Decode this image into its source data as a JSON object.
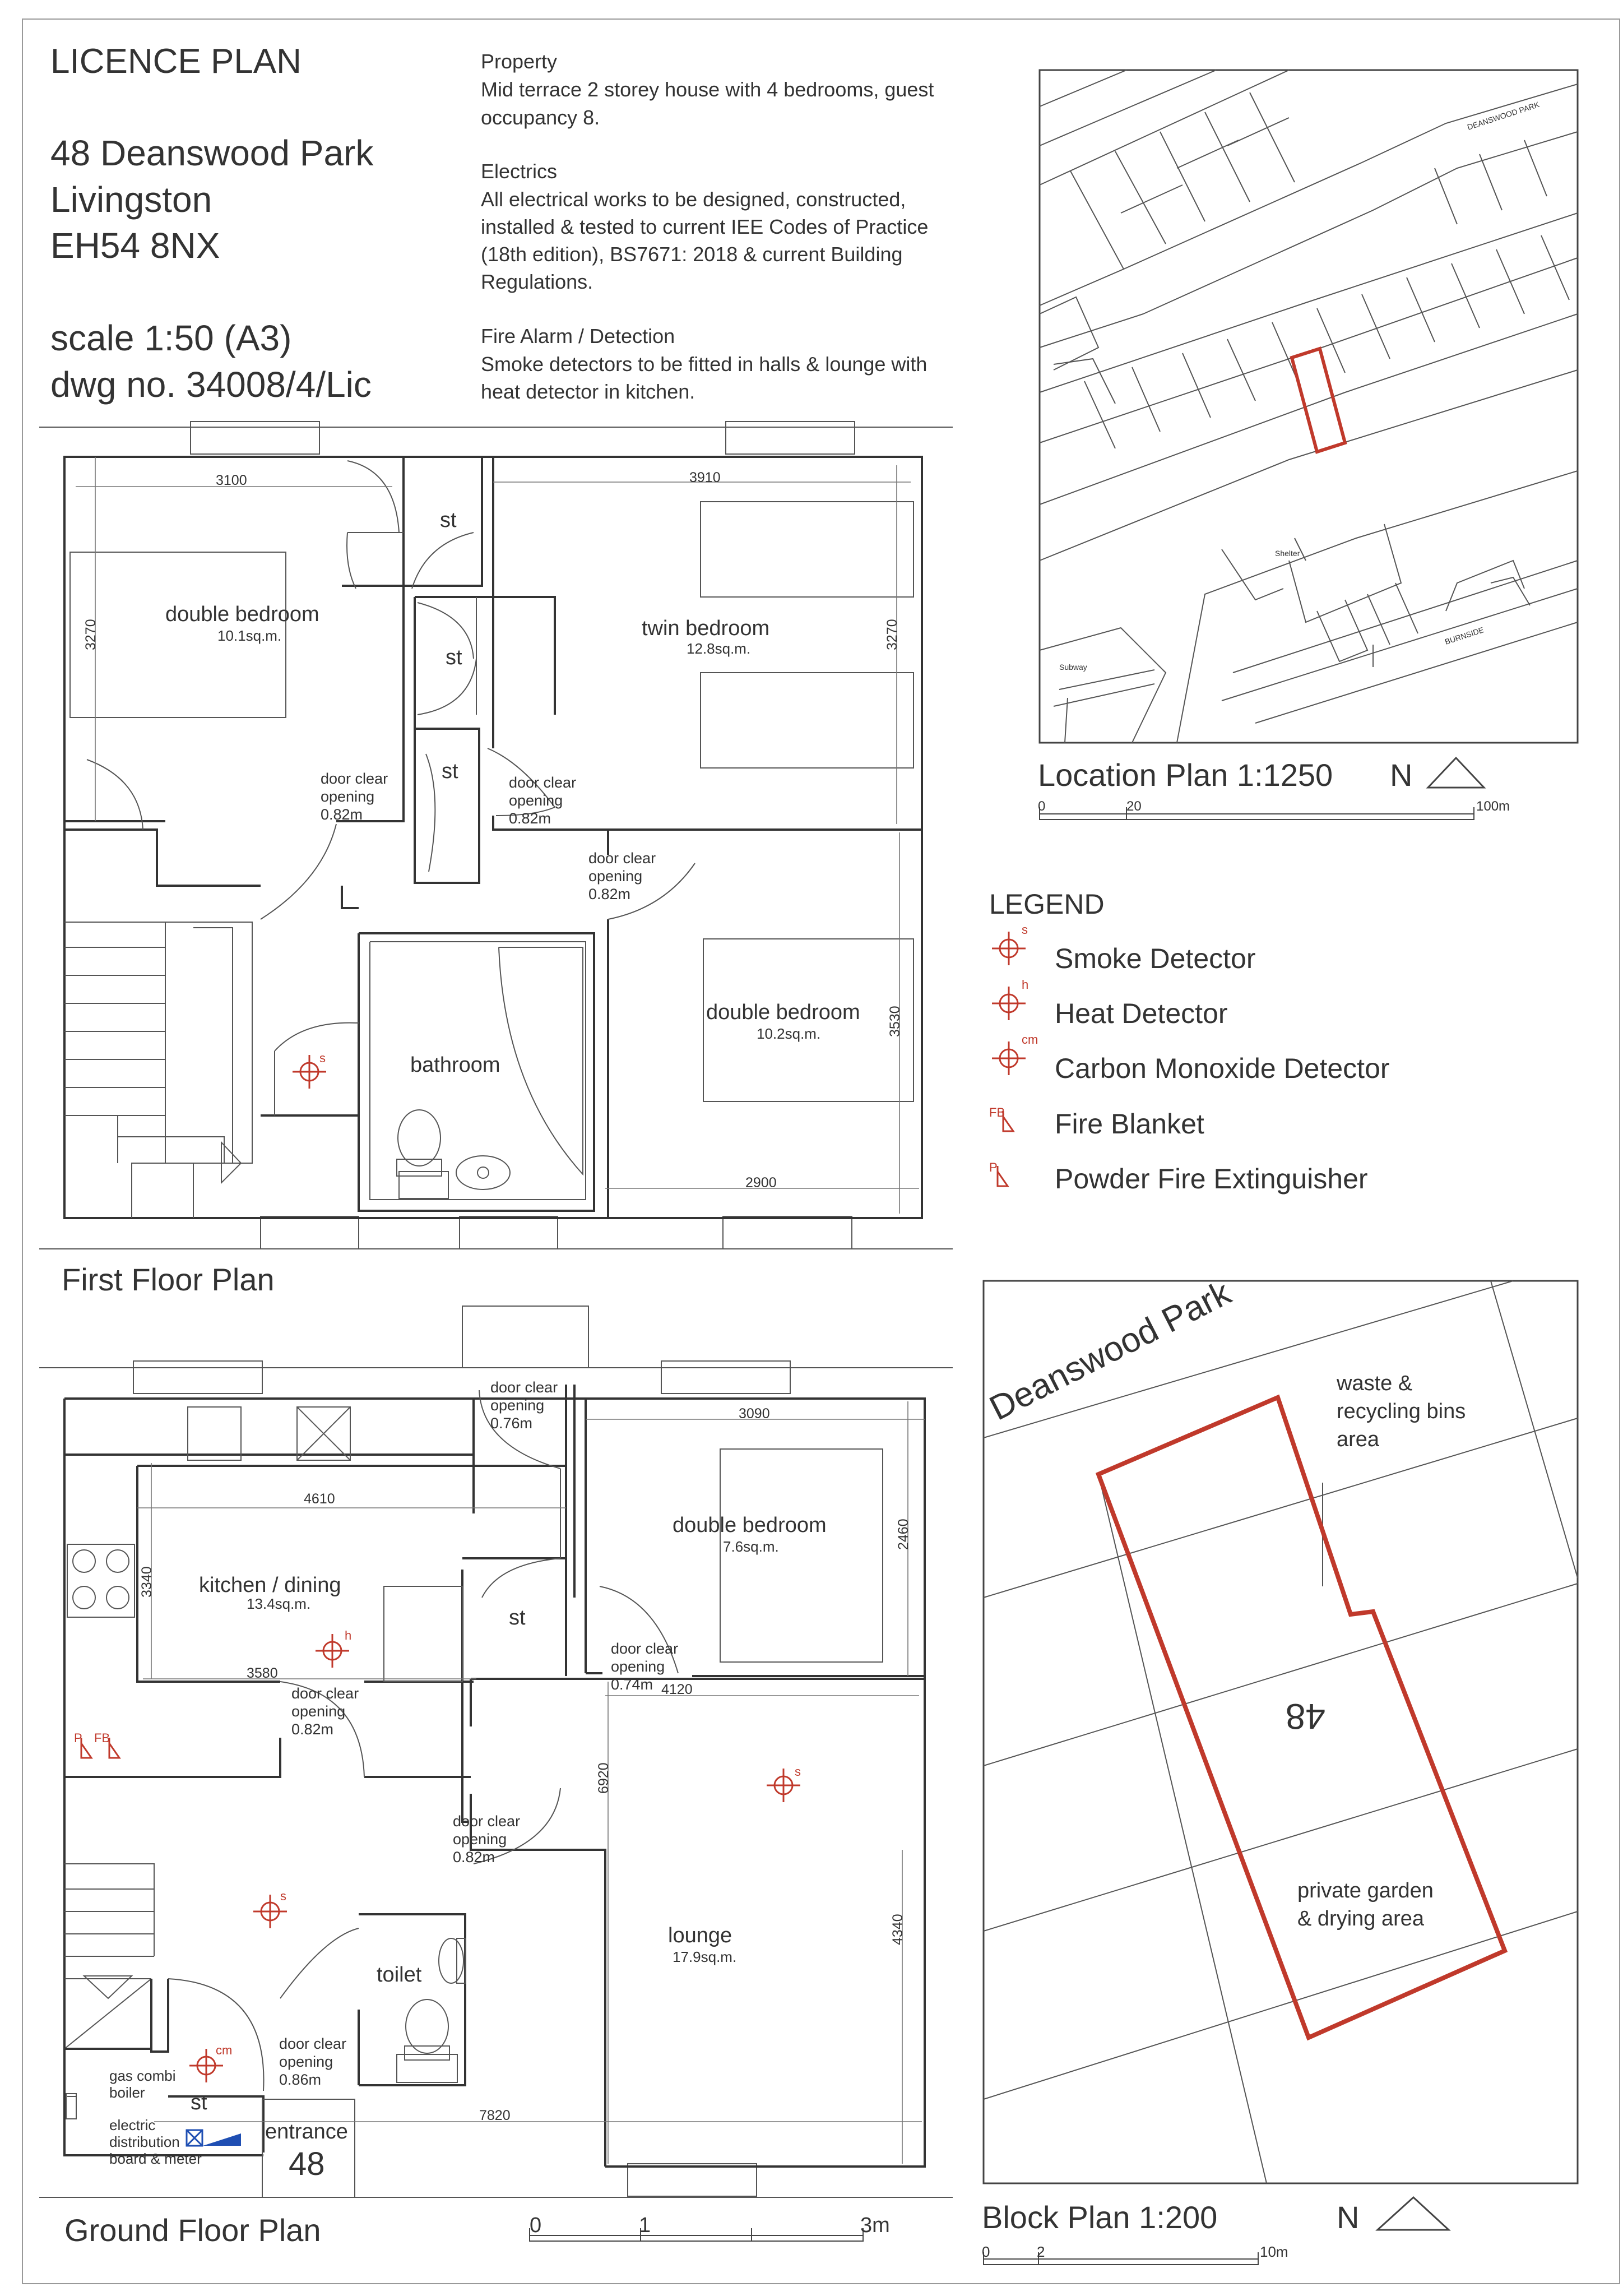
{
  "header": {
    "plan_title": "LICENCE PLAN",
    "address_line1": "48 Deanswood Park",
    "address_line2": "Livingston",
    "address_line3": "EH54 8NX",
    "scale": "scale 1:50 (A3)",
    "drawing_no": "dwg no. 34008/4/Lic"
  },
  "notes": {
    "property_heading": "Property",
    "property_line1": "Mid terrace 2 storey house with 4 bedrooms, guest",
    "property_line2": "occupancy 8.",
    "electrics_heading": "Electrics",
    "electrics_line1": "All electrical works to be designed, constructed,",
    "electrics_line2": "installed & tested to current IEE Codes of Practice",
    "electrics_line3": "(18th edition), BS7671: 2018 & current Building",
    "electrics_line4": "Regulations.",
    "fire_heading": "Fire Alarm / Detection",
    "fire_line1": "Smoke detectors to be fitted in halls & lounge with",
    "fire_line2": "heat detector in kitchen."
  },
  "location_plan": {
    "title": "Location Plan 1:1250",
    "north": "N",
    "scale_0": "0",
    "scale_20": "20",
    "scale_100": "100m",
    "street_label": "DEANSWOOD PARK",
    "street_label2": "BURNSIDE",
    "shelter": "Shelter",
    "subway": "Subway"
  },
  "legend": {
    "title": "LEGEND",
    "smoke": "Smoke Detector",
    "heat": "Heat Detector",
    "co": "Carbon Monoxide Detector",
    "blanket": "Fire Blanket",
    "extinguisher": "Powder Fire Extinguisher",
    "smoke_code": "s",
    "heat_code": "h",
    "co_code": "cm",
    "blanket_code": "FB",
    "extinguisher_code": "P"
  },
  "first_floor": {
    "title": "First Floor Plan",
    "rooms": {
      "bed1_name": "double bedroom",
      "bed1_area": "10.1sq.m.",
      "twin_name": "twin bedroom",
      "twin_area": "12.8sq.m.",
      "bed3_name": "double bedroom",
      "bed3_area": "10.2sq.m.",
      "bathroom": "bathroom",
      "store": "st"
    },
    "dims": {
      "w_bed1": "3100",
      "w_twin": "3910",
      "h_bed1": "3270",
      "h_twin": "3270",
      "h_bed3": "3530",
      "w_bed3": "2900"
    },
    "door_line1": "door clear",
    "door_line2": "opening",
    "door_082": "0.82m"
  },
  "ground_floor": {
    "title": "Ground Floor Plan",
    "rooms": {
      "kitchen_name": "kitchen / dining",
      "kitchen_area": "13.4sq.m.",
      "bed4_name": "double bedroom",
      "bed4_area": "7.6sq.m.",
      "lounge_name": "lounge",
      "lounge_area": "17.9sq.m.",
      "toilet": "toilet",
      "store": "st",
      "entrance": "entrance",
      "number": "48"
    },
    "dims": {
      "w_kitchen": "4610",
      "w_bed4": "3090",
      "h_kitchen": "3340",
      "h_bed4": "2460",
      "w_hall": "3580",
      "w_lounge": "4120",
      "h_total": "6920",
      "h_lounge": "4340",
      "w_total": "7820"
    },
    "door_076": "0.76m",
    "door_082": "0.82m",
    "door_074": "0.74m",
    "door_086": "0.86m",
    "boiler_line1": "gas combi",
    "boiler_line2": "boiler",
    "elec_line1": "electric",
    "elec_line2": "distribution",
    "elec_line3": "board & meter",
    "scale_0": "0",
    "scale_1": "1",
    "scale_3": "3m"
  },
  "block_plan": {
    "title": "Block Plan 1:200",
    "north": "N",
    "street": "Deanswood Park",
    "bins_line1": "waste &",
    "bins_line2": "recycling bins",
    "bins_line3": "area",
    "garden_line1": "private garden",
    "garden_line2": "& drying area",
    "plot_number": "48",
    "scale_0": "0",
    "scale_2": "2",
    "scale_10": "10m"
  },
  "colors": {
    "line": "#333333",
    "accent_red": "#c0392b",
    "background": "#ffffff"
  }
}
